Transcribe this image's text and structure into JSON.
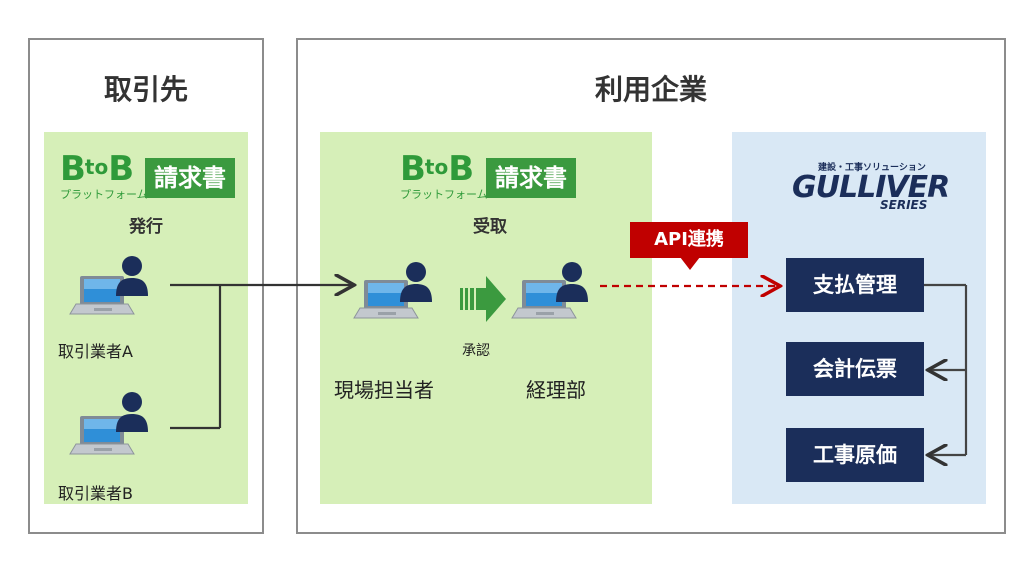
{
  "left_panel": {
    "title": "取引先",
    "logo": {
      "mark": "B",
      "to": "to",
      "mark2": "B",
      "sub": "プラットフォーム",
      "badge": "請求書"
    },
    "caption": "発行",
    "vendors": [
      {
        "label": "取引業者A"
      },
      {
        "label": "取引業者B"
      }
    ]
  },
  "right_panel": {
    "title": "利用企業",
    "logo": {
      "mark": "B",
      "to": "to",
      "mark2": "B",
      "sub": "プラットフォーム",
      "badge": "請求書"
    },
    "caption": "受取",
    "site_staff": {
      "label": "現場担当者"
    },
    "approval": {
      "label": "承認"
    },
    "accounting": {
      "label": "経理部"
    },
    "api_badge": "API連携",
    "gulliver": {
      "tagline": "建設・工事ソリューション",
      "name": "GULLIVER",
      "series": "SERIES"
    },
    "modules": [
      "支払管理",
      "会計伝票",
      "工事原価"
    ]
  },
  "colors": {
    "green_area": "#d6efb8",
    "blue_area": "#d9e8f5",
    "brand_green": "#3b9a3f",
    "navy": "#1b2e5a",
    "api_red": "#c00000"
  },
  "icons": [
    "laptop-icon",
    "person-icon",
    "approve-arrow-icon",
    "gulliver-logo"
  ]
}
